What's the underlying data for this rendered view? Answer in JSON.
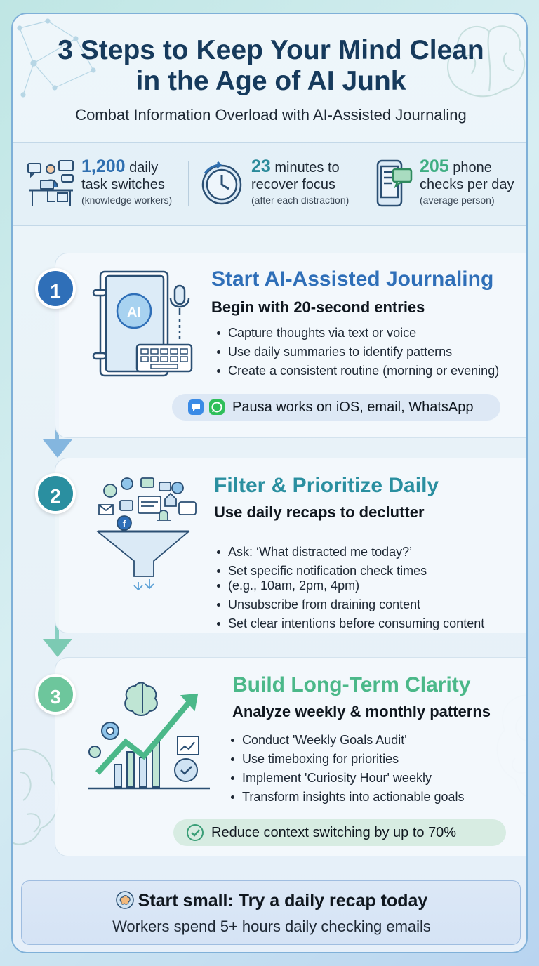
{
  "header": {
    "title_line1": "3 Steps to Keep Your Mind Clean",
    "title_line2": "in the Age of AI Junk",
    "subtitle": "Combat Information Overload with AI-Assisted Journaling"
  },
  "stats": [
    {
      "value": "1,200",
      "label1": "daily",
      "label2": "task switches",
      "note": "(knowledge workers)",
      "icon": "desk-worker-icon",
      "color": "#2f6fb0"
    },
    {
      "value": "23",
      "label1": "minutes to",
      "label2": "recover focus",
      "note": "(after each distraction)",
      "icon": "clock-icon",
      "color": "#2b8a9a"
    },
    {
      "value": "205",
      "label1": "phone",
      "label2": "checks per day",
      "note": "(average person)",
      "icon": "phone-icon",
      "color": "#3fae83"
    }
  ],
  "steps": [
    {
      "number": "1",
      "title": "Start AI-Assisted Journaling",
      "subtitle": "Begin with 20-second entries",
      "bullets": [
        "Capture thoughts via text or voice",
        "Use daily summaries to identify patterns",
        "Create a consistent routine (morning or evening)"
      ],
      "pill": "Pausa works on iOS, email, WhatsApp",
      "color": "#2f6fb8",
      "icon": "ai-journal-icon"
    },
    {
      "number": "2",
      "title": "Filter & Prioritize Daily",
      "subtitle": "Use daily recaps to declutter",
      "bullets": [
        "Ask: ‘What distracted me today?’",
        "Set specific notification check times",
        "(e.g., 10am, 2pm, 4pm)",
        "Unsubscribe from draining content",
        "Set clear intentions before consuming content"
      ],
      "color": "#2a8fa0",
      "icon": "funnel-icon"
    },
    {
      "number": "3",
      "title": "Build Long-Term Clarity",
      "subtitle": "Analyze weekly & monthly patterns",
      "bullets": [
        "Conduct 'Weekly Goals Audit'",
        "Use timeboxing for priorities",
        "Implement 'Curiosity Hour' weekly",
        "Transform insights into actionable goals"
      ],
      "pill": "Reduce context switching by up to 70%",
      "color": "#4bb889",
      "icon": "growth-chart-icon"
    }
  ],
  "footer": {
    "title": "Start small: Try a daily recap today",
    "subtitle": "Workers spend 5+ hours daily checking emails",
    "icon": "brain-icon"
  },
  "colors": {
    "navy": "#163a5c",
    "blue": "#2f6fb8",
    "teal": "#2a8fa0",
    "green": "#4bb889"
  }
}
